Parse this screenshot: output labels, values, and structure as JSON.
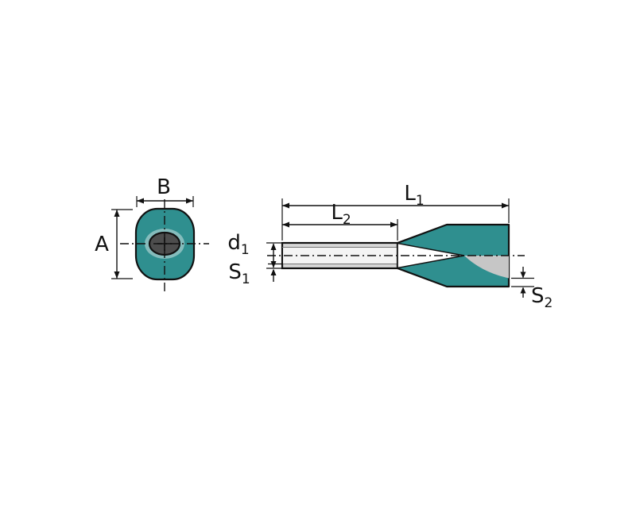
{
  "diagram": {
    "labels": {
      "A": "A",
      "B": "B",
      "d1": {
        "base": "d",
        "sub": "1"
      },
      "S1": {
        "base": "S",
        "sub": "1"
      },
      "L1": {
        "base": "L",
        "sub": "1"
      },
      "L2": {
        "base": "L",
        "sub": "2"
      },
      "S2": {
        "base": "S",
        "sub": "2"
      }
    },
    "colors": {
      "teal": "#2f8f8f",
      "face_ring": "#85bcbc",
      "bore_dark": "#4d4d4d",
      "metal_gray": "#d7d7d7",
      "bore_light": "#f4f4f4",
      "interior_gray": "#c6c6c6",
      "background": "#ffffff"
    }
  }
}
